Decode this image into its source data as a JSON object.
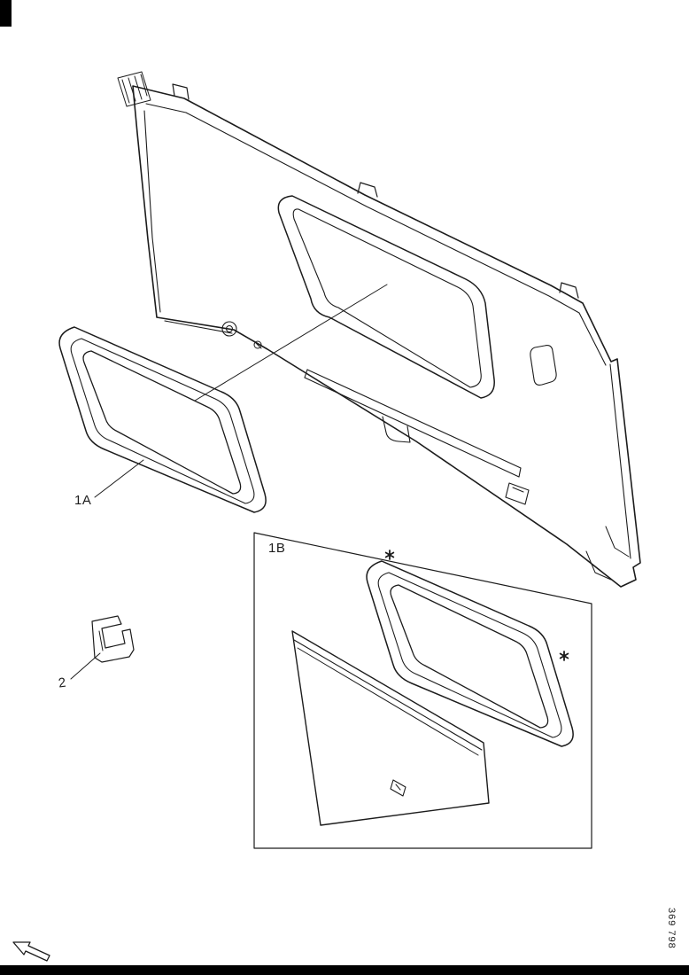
{
  "diagram": {
    "background": "#ffffff",
    "line_color": "#1c1c1c",
    "labels": {
      "seal_label": "1A",
      "detail_label": "1B",
      "clip_label": "2"
    },
    "part_number": "369 798",
    "icons": {
      "direction_arrow": "arrow-outline-up-left",
      "fastener_mark": "asterisk"
    }
  }
}
